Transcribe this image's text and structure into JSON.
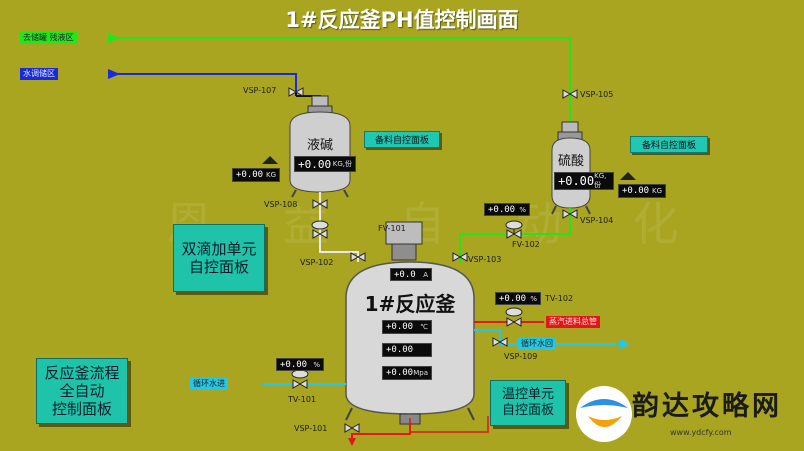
{
  "title": "1#反应釜PH值控制画面",
  "watermark": "恩 益 自 动 化",
  "pipe_labels": {
    "top_green": "去储罐 残液区",
    "top_blue": "水调储区",
    "circulating_in": "循环水进",
    "circulating_out": "循环水回",
    "steam_in": "蒸汽进料总管"
  },
  "valves": {
    "vsp107": "VSP-107",
    "vsp105": "VSP-105",
    "vsp108": "VSP-108",
    "vsp102": "VSP-102",
    "vsp103": "VSP-103",
    "vsp104": "VSP-104",
    "vsp109": "VSP-109",
    "vsp101": "VSP-101",
    "fv101": "FV-101",
    "fv102": "FV-102",
    "tv101": "TV-101",
    "tv102": "TV-102"
  },
  "tanks": {
    "alkali": {
      "name": "液碱",
      "value": "+0.00",
      "unit": "KG,份",
      "weight": "+0.00",
      "weight_unit": "KG"
    },
    "acid": {
      "name": "硫酸",
      "value": "+0.00",
      "unit": "KG,份",
      "weight": "+0.00",
      "weight_unit": "KG"
    }
  },
  "buttons": {
    "alkali_feed": "备料自控面板",
    "acid_feed": "备料自控面板"
  },
  "reactor": {
    "name": "1#反应釜",
    "top_value": "+0.0",
    "top_unit": "A",
    "temp_value": "+0.00",
    "temp_unit": "℃",
    "ph_value": "+0.00",
    "pressure_value": "+0.00",
    "pressure_unit": "Mpa"
  },
  "displays": {
    "fv102_value": "+0.00",
    "fv102_unit": "%",
    "tv102_value": "+0.00",
    "tv102_unit": "%",
    "tv101_value": "+0.00",
    "tv101_unit": "%"
  },
  "panels": {
    "dosing": "双滴加单元\n自控面板",
    "flow": "反应釜流程\n全自动\n控制面板",
    "temp": "温控单元\n自控面板"
  },
  "logo": {
    "text": "韵达攻略网",
    "sub": "www.ydcfy.com"
  },
  "colors": {
    "background": "#a9a521",
    "pipe_green": "#22e51a",
    "pipe_blue": "#1a2ad8",
    "pipe_cyan": "#22c8e6",
    "pipe_red": "#e01818",
    "panel_cyan": "#1fc3aa"
  }
}
